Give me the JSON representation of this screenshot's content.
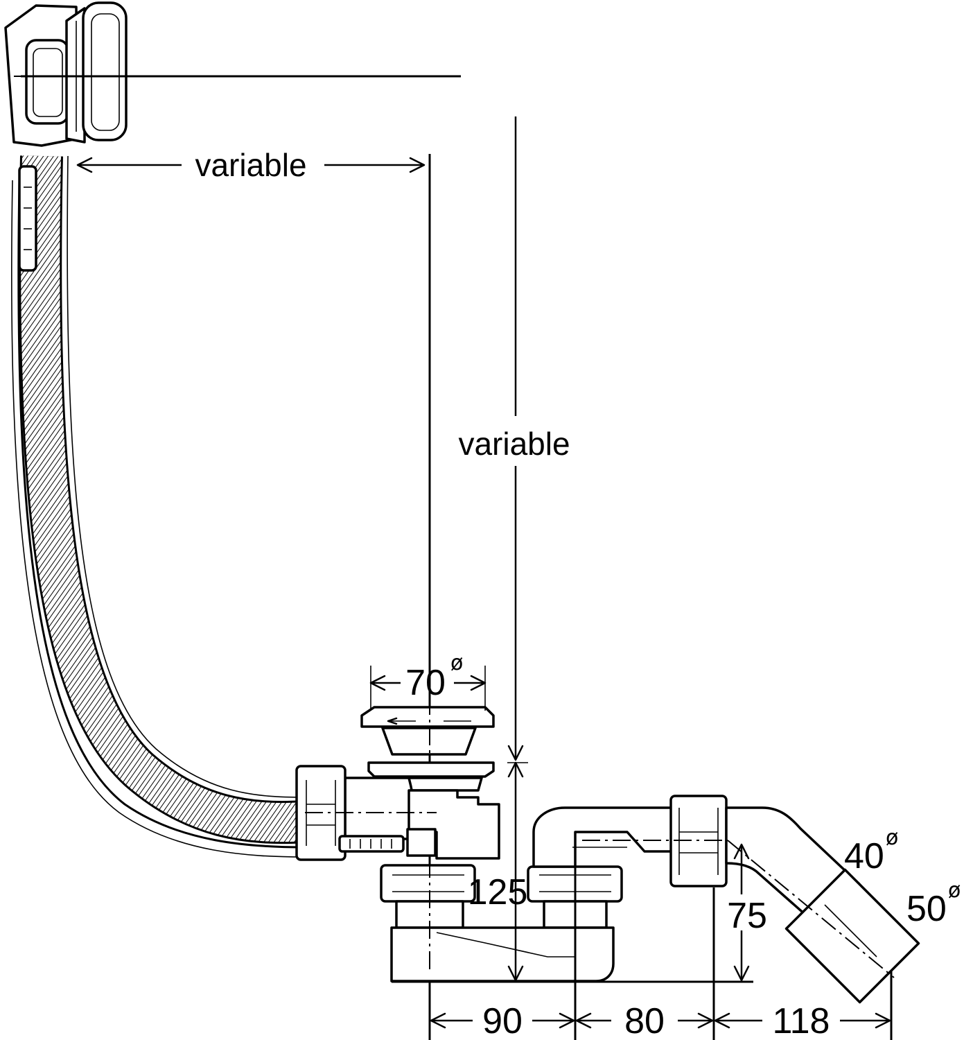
{
  "dimensions": {
    "horizontal_variable": "variable",
    "vertical_variable": "variable",
    "waste_diameter": "70",
    "waste_diameter_symbol": "ø",
    "height_125": "125",
    "height_75": "75",
    "pipe_diameter_40": "40",
    "pipe_diameter_40_symbol": "ø",
    "pipe_diameter_50": "50",
    "pipe_diameter_50_symbol": "ø",
    "offset_90": "90",
    "offset_80": "80",
    "offset_118": "118"
  }
}
